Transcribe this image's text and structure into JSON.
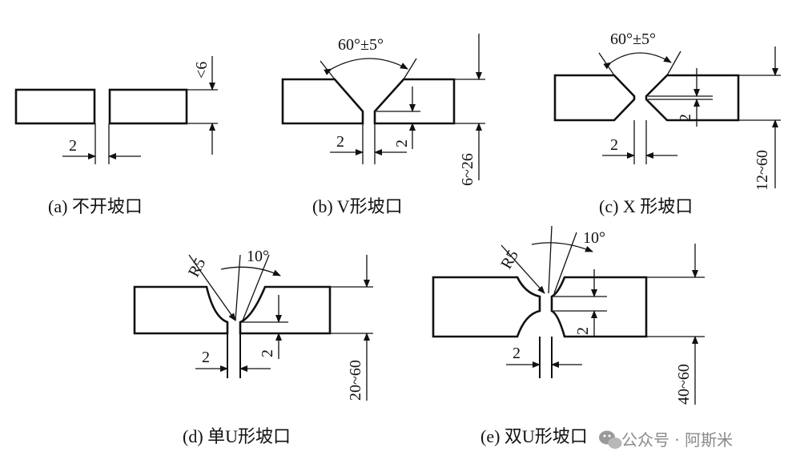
{
  "figures": {
    "a": {
      "caption": "(a) 不开坡口",
      "gap_label": "2",
      "thickness_label": "<6"
    },
    "b": {
      "caption": "(b) V形坡口",
      "angle_label": "60°±5°",
      "gap_label": "2",
      "root_label": "2",
      "thickness_label": "6~26"
    },
    "c": {
      "caption": "(c) X 形坡口",
      "angle_label": "60°±5°",
      "gap_label": "2",
      "root_label": "2",
      "thickness_label": "12~60"
    },
    "d": {
      "caption": "(d) 单U形坡口",
      "radius_label": "R5",
      "angle_label": "10°",
      "gap_label": "2",
      "root_label": "2",
      "thickness_label": "20~60"
    },
    "e": {
      "caption": "(e) 双U形坡口",
      "radius_label": "R5",
      "angle_label": "10°",
      "gap_label": "2",
      "root_label": "2",
      "thickness_label": "40~60"
    }
  },
  "watermark": {
    "text": "公众号 · 阿斯米",
    "icon": "wechat-icon"
  }
}
